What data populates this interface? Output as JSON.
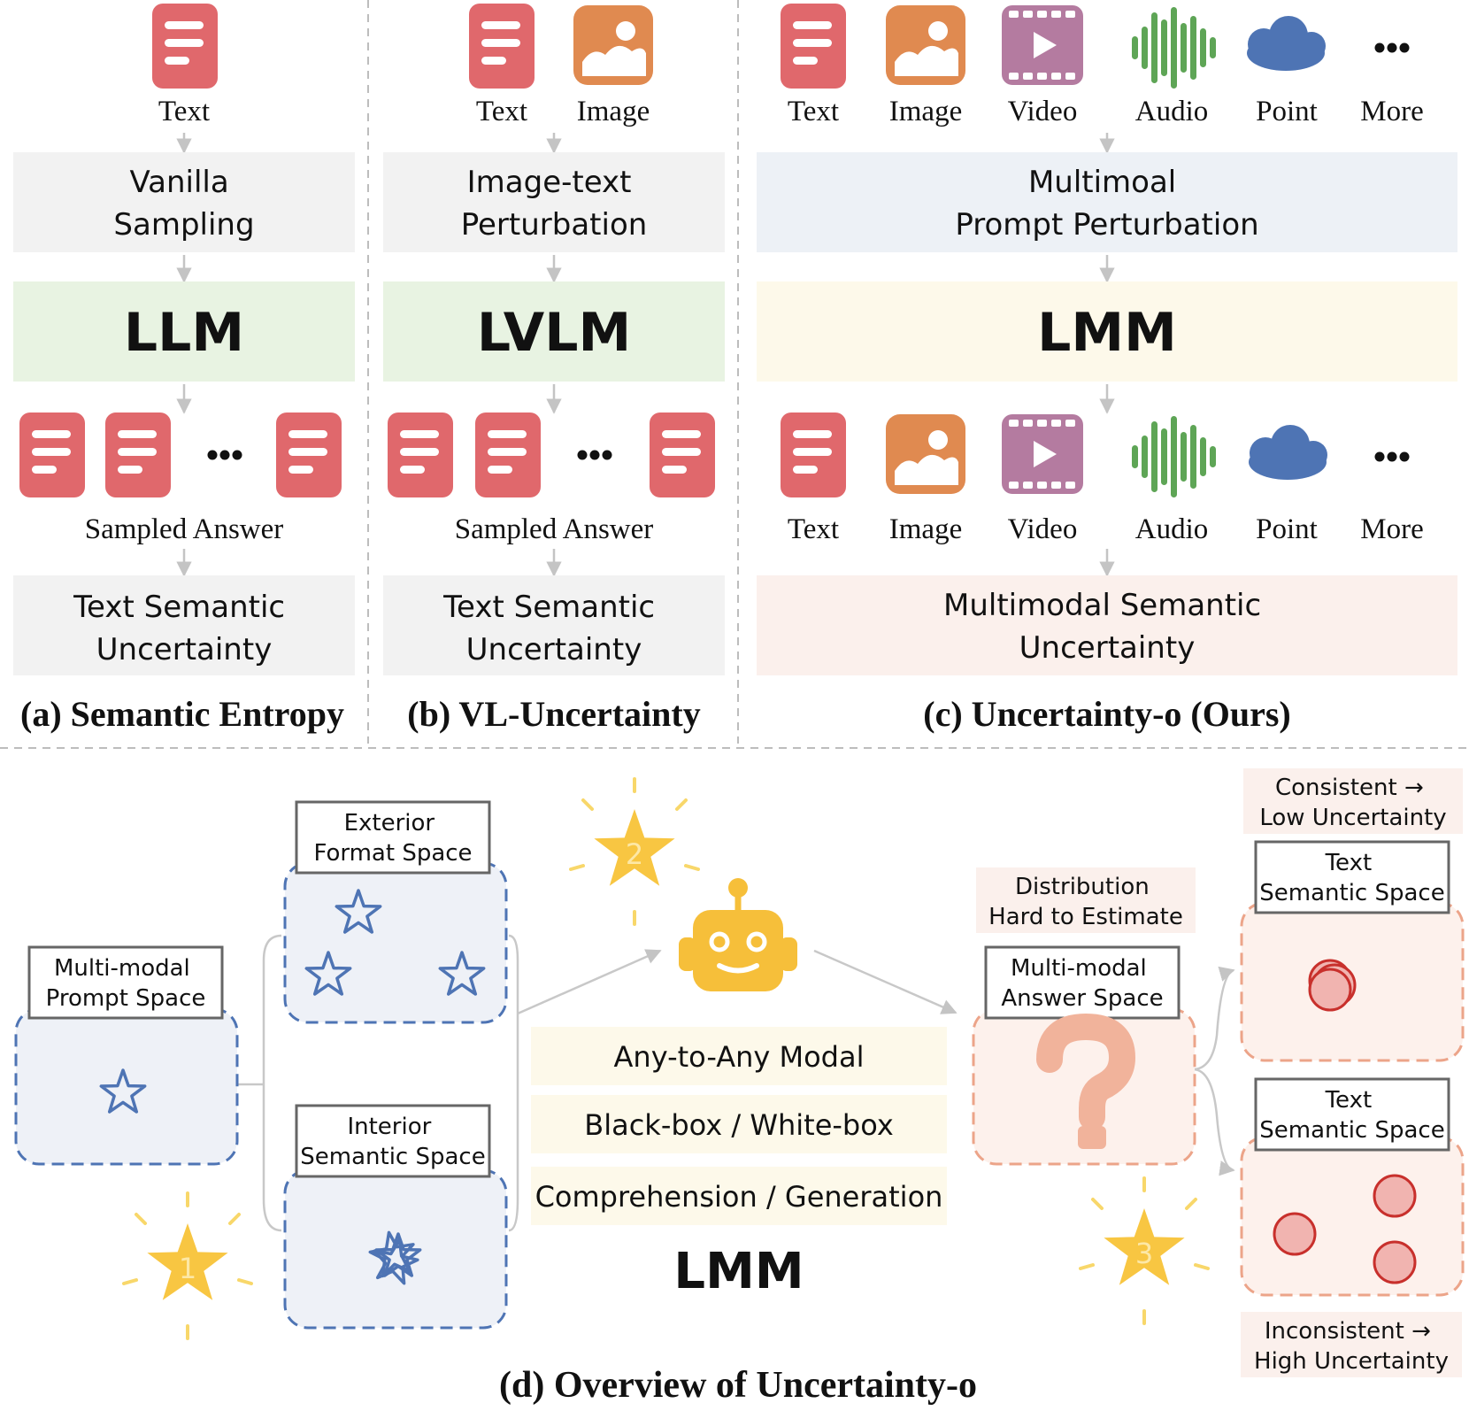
{
  "colors": {
    "text_doc": "#e0686c",
    "image": "#e08a50",
    "video": "#b47ba0",
    "audio": "#5ea556",
    "point": "#4e74b4",
    "box_gray": "#f2f2f2",
    "box_green": "#e8f3e2",
    "box_blue": "#edf1f6",
    "box_yellow": "#fdf9ea",
    "box_peach": "#fbf0ec",
    "space_blue": "#eef1f7",
    "space_blue_border": "#4e74b4",
    "space_peach": "#fdf1ec",
    "space_peach_border": "#eca489",
    "star_gold": "#f8c642",
    "robot": "#f6bf3a",
    "dot_fill": "#f1b4b0",
    "dot_stroke": "#c8302c"
  },
  "icons": {
    "text": "document-icon",
    "image": "image-icon",
    "video": "video-icon",
    "audio": "audio-wave-icon",
    "point": "point-cloud-icon",
    "more": "ellipsis-icon",
    "model": "robot-icon",
    "question": "question-mark-icon",
    "star": "star-icon"
  },
  "panel_a": {
    "input_label": "Text",
    "sampling": [
      "Vanilla",
      "Sampling"
    ],
    "model": "LLM",
    "answers_label": "Sampled Answer",
    "uncertainty": [
      "Text Semantic",
      "Uncertainty"
    ],
    "caption": "(a) Semantic Entropy"
  },
  "panel_b": {
    "input_labels": [
      "Text",
      "Image"
    ],
    "sampling": [
      "Image-text",
      "Perturbation"
    ],
    "model": "LVLM",
    "answers_label": "Sampled Answer",
    "uncertainty": [
      "Text Semantic",
      "Uncertainty"
    ],
    "caption": "(b) VL-Uncertainty"
  },
  "panel_c": {
    "input_labels": [
      "Text",
      "Image",
      "Video",
      "Audio",
      "Point",
      "More"
    ],
    "sampling": [
      "Multimoal",
      "Prompt Perturbation"
    ],
    "model": "LMM",
    "output_labels": [
      "Text",
      "Image",
      "Video",
      "Audio",
      "Point",
      "More"
    ],
    "uncertainty": [
      "Multimodal Semantic",
      "Uncertainty"
    ],
    "caption": "(c) Uncertainty-o (Ours)"
  },
  "panel_d": {
    "prompt_space": [
      "Multi-modal",
      "Prompt Space"
    ],
    "exterior_space": [
      "Exterior",
      "Format Space"
    ],
    "interior_space": [
      "Interior",
      "Semantic Space"
    ],
    "step_badges": [
      "1",
      "2",
      "3"
    ],
    "features": [
      "Any-to-Any Modal",
      "Black-box / White-box",
      "Comprehension / Generation"
    ],
    "model": "LMM",
    "distribution_note": [
      "Distribution",
      "Hard to Estimate"
    ],
    "answer_space": [
      "Multi-modal",
      "Answer Space"
    ],
    "consistent_note": [
      "Consistent →",
      "Low Uncertainty"
    ],
    "text_space_top": [
      "Text",
      "Semantic Space"
    ],
    "text_space_bottom": [
      "Text",
      "Semantic Space"
    ],
    "inconsistent_note": [
      "Inconsistent →",
      "High Uncertainty"
    ],
    "caption": "(d) Overview of Uncertainty-o"
  }
}
